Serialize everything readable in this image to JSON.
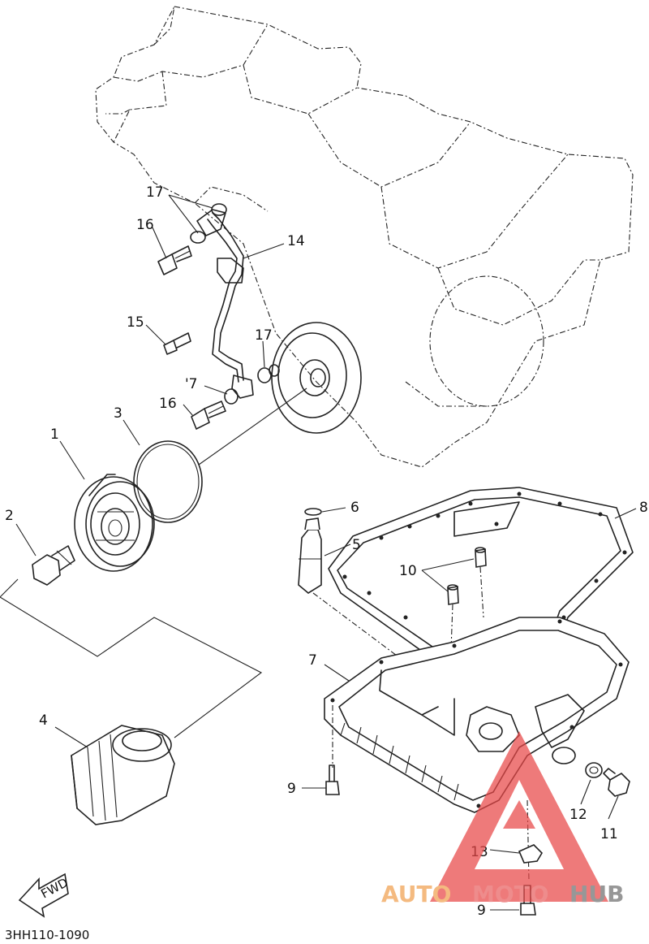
{
  "diagram": {
    "drawing_code": "3HH110-1090",
    "fwd_label": "FWD",
    "callouts": [
      {
        "id": "c1",
        "text": "1"
      },
      {
        "id": "c2",
        "text": "2"
      },
      {
        "id": "c3",
        "text": "3"
      },
      {
        "id": "c4",
        "text": "4"
      },
      {
        "id": "c5",
        "text": "5"
      },
      {
        "id": "c6",
        "text": "6"
      },
      {
        "id": "c7",
        "text": "7"
      },
      {
        "id": "c8",
        "text": "8"
      },
      {
        "id": "c9a",
        "text": "9"
      },
      {
        "id": "c9b",
        "text": "9"
      },
      {
        "id": "c10",
        "text": "10"
      },
      {
        "id": "c11",
        "text": "11"
      },
      {
        "id": "c12",
        "text": "12"
      },
      {
        "id": "c13",
        "text": "13"
      },
      {
        "id": "c14",
        "text": "14"
      },
      {
        "id": "c15",
        "text": "15"
      },
      {
        "id": "c16a",
        "text": "16"
      },
      {
        "id": "c16b",
        "text": "16"
      },
      {
        "id": "c17a",
        "text": "17"
      },
      {
        "id": "c17b",
        "text": "17"
      },
      {
        "id": "c17c",
        "text": "'7"
      }
    ]
  },
  "watermark": {
    "part1": "AUTO",
    "part2": "MOTO",
    "part3": "HUB",
    "colors": {
      "auto": "#f0a050",
      "moto": "#e86060",
      "hub": "#707070",
      "triangle": "#e84848"
    }
  }
}
